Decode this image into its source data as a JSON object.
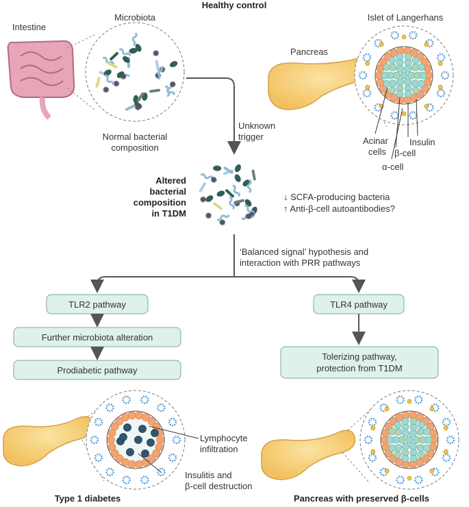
{
  "title": "Healthy control",
  "top": {
    "intestine_label": "Intestine",
    "microbiota_label": "Microbiota",
    "normal_caption": [
      "Normal bacterial",
      "composition"
    ],
    "islet_label": "Islet of Langerhans",
    "pancreas_label": "Pancreas",
    "acinar_label": [
      "Acinar",
      "cells"
    ],
    "insulin_label": "Insulin",
    "beta_label": "β-cell",
    "alpha_label": "α-cell"
  },
  "middle": {
    "trigger_label": [
      "Unknown",
      "trigger"
    ],
    "altered_label": [
      "Altered",
      "bacterial",
      "composition",
      "in T1DM"
    ],
    "effects": [
      "↓ SCFA-producing bacteria",
      "↑ Anti-β-cell autoantibodies?"
    ],
    "hypothesis": [
      "‘Balanced signal’ hypothesis and",
      "interaction with PRR pathways"
    ]
  },
  "left_branch": {
    "boxes": [
      "TLR2 pathway",
      "Further microbiota alteration",
      "Prodiabetic pathway"
    ],
    "lymphocyte_label": [
      "Lymphocyte",
      "infiltration"
    ],
    "insulitis_label": [
      "Insulitis and",
      "β-cell destruction"
    ],
    "outcome": "Type 1 diabetes"
  },
  "right_branch": {
    "boxes": [
      "TLR4 pathway",
      "Tolerizing pathway,|protection from T1DM"
    ],
    "outcome": "Pancreas with preserved β-cells"
  },
  "colors": {
    "box_fill": "#dff1ed",
    "box_stroke": "#7aa89c",
    "arrow": "#555555",
    "acinar": "#f2a473",
    "beta": "#9fd8d0",
    "insulin": "#f6c24a",
    "lymphocyte": "#2f5773",
    "intestine": "#e7a6b7",
    "pancreas": "#f7d27e",
    "microbe_blue": "#5a9fd4"
  }
}
